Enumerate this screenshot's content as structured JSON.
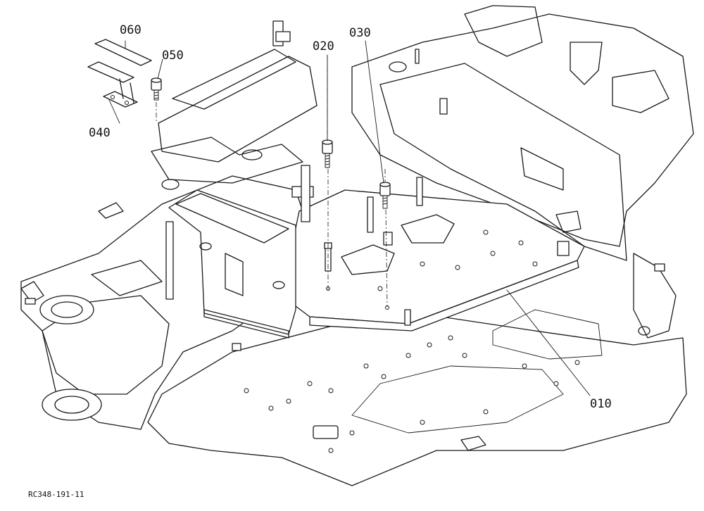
{
  "parts": [
    {
      "id": "p010",
      "label": "010"
    },
    {
      "id": "p020",
      "label": "020"
    },
    {
      "id": "p030",
      "label": "030"
    },
    {
      "id": "p040",
      "label": "040"
    },
    {
      "id": "p050",
      "label": "050"
    },
    {
      "id": "p060",
      "label": "060"
    }
  ],
  "drawing_code": "RC348-191-11"
}
